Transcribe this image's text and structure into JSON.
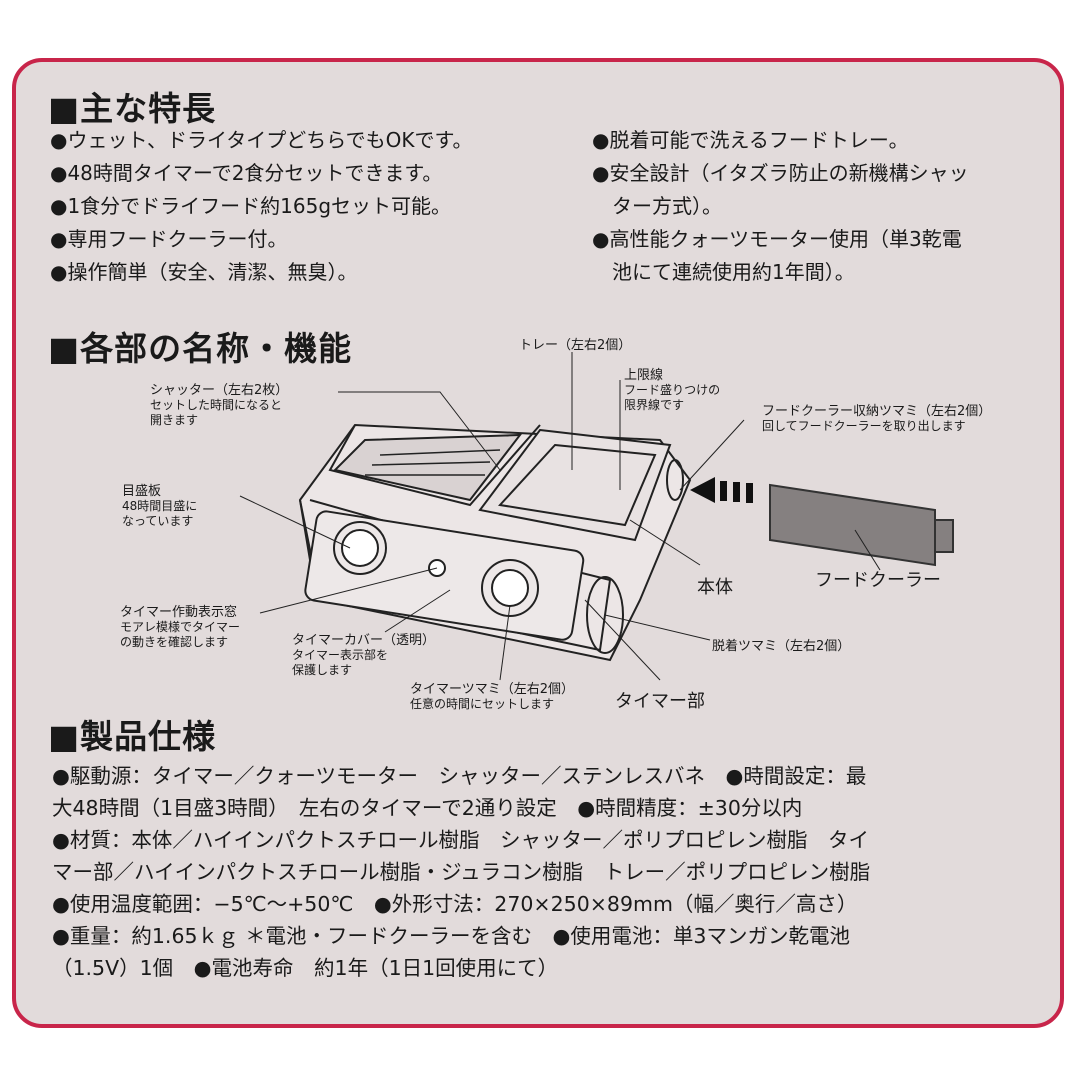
{
  "features": {
    "heading": "■主な特長",
    "left": [
      "●ウェット、ドライタイプどちらでもOKです。",
      "●48時間タイマーで2食分セットできます。",
      "●1食分でドライフード約165gセット可能。",
      "●専用フードクーラー付。",
      "●操作簡単（安全、清潔、無臭）。"
    ],
    "right": [
      "●脱着可能で洗えるフードトレー。",
      "●安全設計（イタズラ防止の新機構シャッ",
      "　ター方式）。",
      "●高性能クォーツモーター使用（単3乾電",
      "　池にて連続使用約1年間）。"
    ]
  },
  "parts": {
    "heading": "■各部の名称・機能",
    "tray": "トレー（左右2個）",
    "limit_title": "上限線",
    "limit_desc1": "フード盛りつけの",
    "limit_desc2": "限界線です",
    "shutter_title": "シャッター（左右2枚）",
    "shutter_desc1": "セットした時間になると",
    "shutter_desc2": "開きます",
    "knob_title": "フードクーラー収納ツマミ（左右2個）",
    "knob_desc": "回してフードクーラーを取り出します",
    "dial_title": "目盛板",
    "dial_desc1": "48時間目盛に",
    "dial_desc2": "なっています",
    "body": "本体",
    "cooler": "フードクーラー",
    "window_title": "タイマー作動表示窓",
    "window_desc1": "モアレ模様でタイマー",
    "window_desc2": "の動きを確認します",
    "cover_title": "タイマーカバー（透明）",
    "cover_desc1": "タイマー表示部を",
    "cover_desc2": "保護します",
    "detach": "脱着ツマミ（左右2個）",
    "timerknob_title": "タイマーツマミ（左右2個）",
    "timerknob_desc": "任意の時間にセットします",
    "timer_unit": "タイマー部"
  },
  "specs": {
    "heading": "■製品仕様",
    "lines": [
      "●駆動源：タイマー／クォーツモーター　シャッター／ステンレスバネ　●時間設定：最",
      "大48時間（1目盛3時間）　左右のタイマーで2通り設定　●時間精度：±30分以内",
      "●材質：本体／ハイインパクトスチロール樹脂　シャッター／ポリプロピレン樹脂　タイ",
      "マー部／ハイインパクトスチロール樹脂・ジュラコン樹脂　トレー／ポリプロピレン樹脂",
      "●使用温度範囲：−5℃〜+50℃　●外形寸法：270×250×89mm（幅／奥行／高さ）",
      "●重量：約1.65ｋｇ ＊電池・フードクーラーを含む　●使用電池：単3マンガン乾電池",
      "（1.5V）1個　●電池寿命　約1年（1日1回使用にて）"
    ]
  },
  "colors": {
    "border": "#c8254a",
    "panel": "#e2dbdb"
  }
}
